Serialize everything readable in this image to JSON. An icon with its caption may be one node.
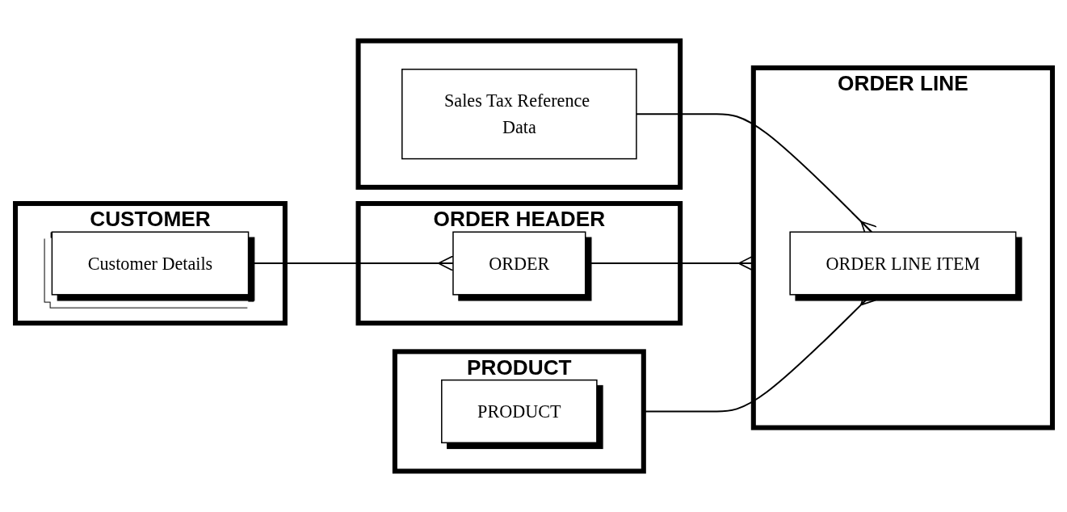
{
  "diagram": {
    "nodes": [
      {
        "text": [
          "ORDER HEADER"
        ]
      },
      {
        "text": [
          "ORDER"
        ],
        "in": 0
      },
      {
        "text": [
          "CUSTOMER"
        ]
      },
      {
        "text": [
          "Customer Details"
        ],
        "in": 2
      },
      {
        "text": [
          "PRODUCT"
        ]
      },
      {
        "text": [
          "PRODUCT"
        ],
        "in": 4
      },
      {
        "text": [
          "ORDER LINE"
        ]
      },
      {
        "text": [
          "ORDER LINE ITEM"
        ],
        "in": 6
      },
      {
        "text": [],
        "shape": "box"
      },
      {
        "text": [
          "Sales Tax Reference Data"
        ],
        "in": 8
      }
    ],
    "edges": [
      {
        "from": 3,
        "to": 1,
        "arrow": "other"
      },
      {
        "from": 1,
        "to": 6,
        "arrow": "other"
      },
      {
        "from": 9,
        "to": 7,
        "arrow": "other"
      },
      {
        "from": 4,
        "to": 7,
        "arrow": "other"
      }
    ]
  }
}
